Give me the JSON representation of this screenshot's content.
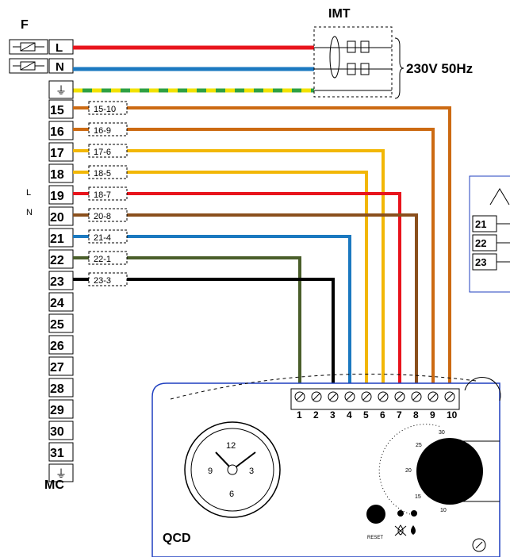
{
  "fuse_label": "F",
  "fuse_terminals": [
    "L",
    "N"
  ],
  "ground_symbol": "⏚",
  "imt_label": "IMT",
  "supply_label": "230V 50Hz",
  "mc_label": "MC",
  "qcd_label": "QCD",
  "reset_label": "RESET",
  "side_markers": {
    "L": "L",
    "N": "N"
  },
  "mc_terminals": [
    "15",
    "16",
    "17",
    "18",
    "19",
    "20",
    "21",
    "22",
    "23",
    "24",
    "25",
    "26",
    "27",
    "28",
    "29",
    "30",
    "31"
  ],
  "wires": [
    {
      "from": "15",
      "tag": "15-10",
      "to": 10,
      "color": "#cc6a12"
    },
    {
      "from": "16",
      "tag": "16-9",
      "to": 9,
      "color": "#cc6a12"
    },
    {
      "from": "17",
      "tag": "17-6",
      "to": 6,
      "color": "#f2b705"
    },
    {
      "from": "18",
      "tag": "18-5",
      "to": 5,
      "color": "#f2b705"
    },
    {
      "from": "19",
      "tag": "18-7",
      "to": 7,
      "color": "#e8141c"
    },
    {
      "from": "20",
      "tag": "20-8",
      "to": 8,
      "color": "#8a4f1c"
    },
    {
      "from": "21",
      "tag": "21-4",
      "to": 4,
      "color": "#1b79c0"
    },
    {
      "from": "22",
      "tag": "22-1",
      "to": 1,
      "color": "#4a5e2a"
    },
    {
      "from": "23",
      "tag": "23-3",
      "to": 3,
      "color": "#000000"
    }
  ],
  "qcd_terminals": [
    "1",
    "2",
    "3",
    "4",
    "5",
    "6",
    "7",
    "8",
    "9",
    "10"
  ],
  "side_box_terminals": [
    "21",
    "22",
    "23"
  ],
  "clock_numbers": {
    "n12": "12",
    "n3": "3",
    "n6": "6",
    "n9": "9"
  },
  "dial_scale": [
    "30",
    "25",
    "20",
    "15",
    "10"
  ],
  "colors": {
    "L": "#e8141c",
    "N": "#1b79c0",
    "PE_green": "#2ea043",
    "PE_yellow": "#f2e200",
    "frame_blue": "#1f3fbf"
  }
}
